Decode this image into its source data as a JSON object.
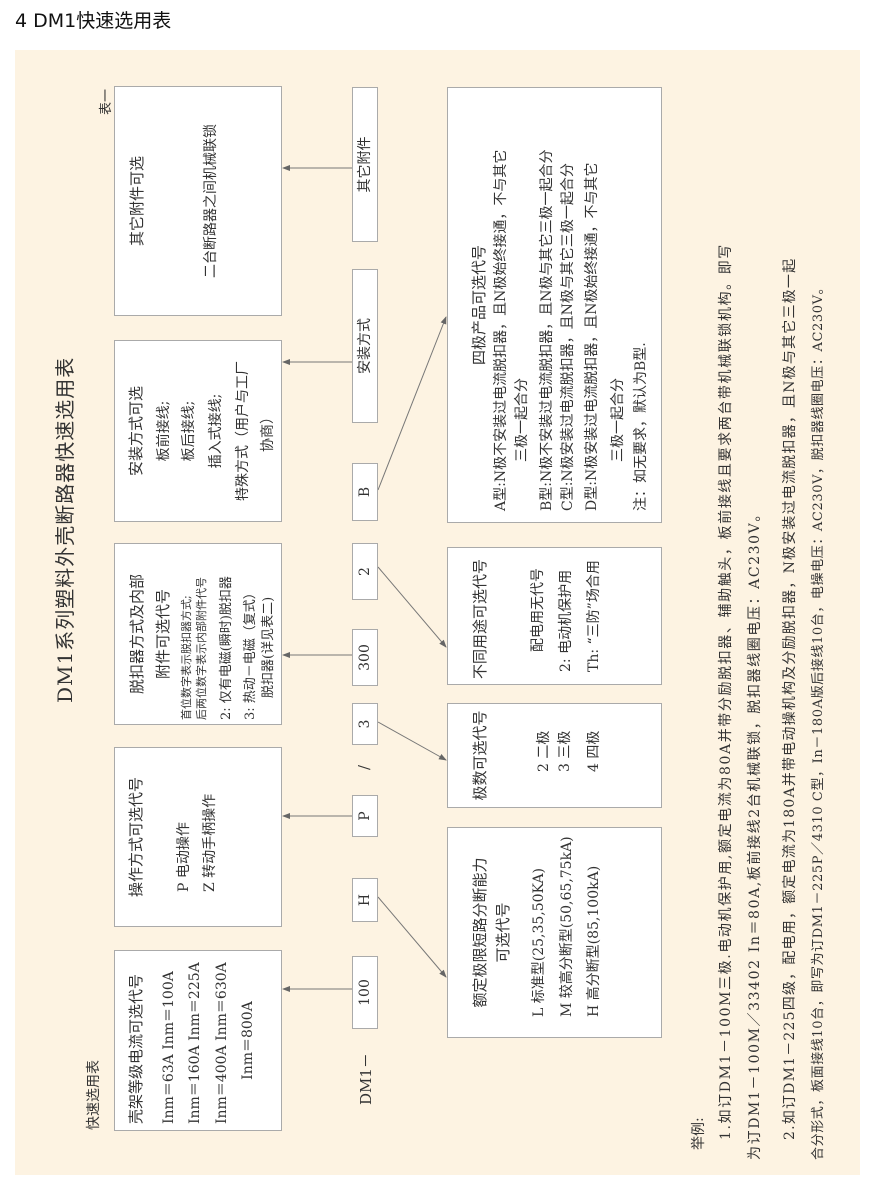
{
  "header": "4  DM1快速选用表",
  "doc": {
    "caption": "快速选用表",
    "table_no": "表一",
    "title": "DM1系列塑料外壳断路器快速选用表",
    "code": {
      "prefix": "DM1－",
      "frame": "100",
      "breaking": "H",
      "operation": "P",
      "slash": "/",
      "poles": "3",
      "release": "300",
      "usage": "2",
      "four_pole": "B",
      "mount": "安装方式",
      "other": "其它附件"
    },
    "boxes": {
      "frame": {
        "title": "壳架等级电流可选代号",
        "lines": [
          "Inm＝63A    Inm＝100A",
          "Inm＝160A  Inm＝225A",
          "Inm＝400A  Inm＝630A",
          "Inm＝800A"
        ]
      },
      "operation": {
        "title": "操作方式可选代号",
        "lines": [
          "P  电动操作",
          "Z  转动手柄操作"
        ]
      },
      "release": {
        "title": "脱扣器方式及内部",
        "subtitle": "附件可选代号",
        "lines": [
          "首位数字表示脱扣器方式;",
          "后两位数字表示内部附件代号",
          "2:  仅有电磁(瞬时)脱扣器",
          "3:  热动－电磁（复式）",
          "脱扣器(详见表二)"
        ]
      },
      "mount": {
        "title": "安装方式可选",
        "lines": [
          "板前接线;",
          "板后接线;",
          "插入式接线;",
          "特殊方式（用户与工厂",
          "协商）"
        ]
      },
      "other": {
        "title": "其它附件可选",
        "lines": [
          "二台断路器之间机械联锁"
        ]
      },
      "breaking": {
        "title": "额定极限短路分断能力",
        "subtitle": "可选代号",
        "lines": [
          "L  标准型(25,35,50KA)",
          "M  较高分断型(50,65,75kA)",
          "H  高分断型(85,100kA)"
        ]
      },
      "poles": {
        "title": "极数可选代号",
        "lines": [
          "2  二极",
          "3  三极",
          "4  四极"
        ]
      },
      "usage": {
        "title": "不同用途可选代号",
        "lines": [
          "配电用无代号",
          "2:  电动机保护用",
          "Th: “三防”场合用"
        ]
      },
      "four_pole": {
        "title": "四极产品可选代号",
        "lines": [
          "A型:N极不安装过电流脱扣器，且N极始终接通，不与其它",
          "三极一起合分",
          "B型:N极不安装过电流脱扣器，且N极与其它三极一起合分",
          "C型:N极安装过电流脱扣器，且N极与其它三极一起合分",
          "D型:N极安装过电流脱扣器，且N极始终接通，不与其它",
          "三极一起合分",
          "注：如无要求，默认为B型."
        ]
      }
    },
    "examples": {
      "label": "举例:",
      "lines": [
        "1.如订DM1－100M三极.电动机保护用,额定电流为80A并带分励脱扣器、辅助触头，板前接线且要求两台带机械联锁机构。即写",
        "为订DM1－100M／33402 In＝80A,板前接线2台机械联锁，脱扣器线圈电压：AC230V。",
        "2.如订DM1－225四级，配电用，额定电流为180A并带电动操机构及分励脱扣器，N极安装过电流脱扣器，且N极与其它三极一起",
        "合分形式，板面接线10台，即写为订DM1－225P／4310 C型，In－180A版后接线10台，电操电压：AC230V，脱扣器线圈电压：AC230V。"
      ]
    }
  },
  "colors": {
    "panel": "#fdf3e2",
    "border": "#aaaaaa",
    "text": "#333333"
  }
}
